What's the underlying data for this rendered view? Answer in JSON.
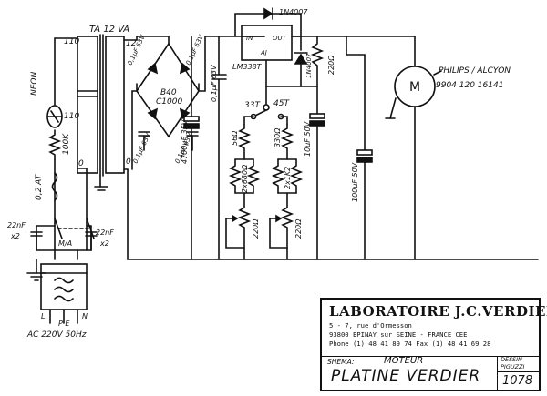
{
  "transformer": {
    "label": "TA 12 VA",
    "primary_high": "110",
    "primary_low": "110",
    "primary_zero": "0",
    "secondary": "12",
    "secondary_zero": "0"
  },
  "left_components": {
    "neon": "NEON",
    "resistor": "100K",
    "fuse": "0,2 AT",
    "cap_left": "22nF",
    "cap_left_count": "x2",
    "cap_right": "22nF",
    "cap_right_count": "x2",
    "switch": "M/A"
  },
  "mains": {
    "pins": "P E",
    "pin_l": "L",
    "pin_n": "N",
    "voltage": "AC 220V 50Hz"
  },
  "bridge": {
    "name": "B40",
    "rating": "C1000",
    "caps_top": [
      "0,1µF 63V",
      "0,1µF 63V"
    ],
    "caps_bottom": [
      "0,1µF 63V",
      "0,1µF 63V"
    ]
  },
  "power": {
    "cap_main": "4700µF 35V",
    "cap_small": "0,1µF 63V"
  },
  "regulator": {
    "name": "LM338T",
    "pin_in": "IN",
    "pin_out": "OUT",
    "pin_adj": "AJ",
    "diode_top": "1N4007",
    "diode_side": "1N4007",
    "resistor": "220Ω"
  },
  "speed": {
    "label_33": "33T",
    "label_45": "45T",
    "r_56": "56Ω",
    "r_330": "330Ω",
    "r_pair_left": "2x680Ω",
    "r_pair_right": "2x1K2",
    "pot_left": "220Ω",
    "pot_right": "220Ω"
  },
  "output_caps": {
    "cap_10": "10µF 50V",
    "cap_100": "100µF 50V"
  },
  "motor": {
    "symbol": "M",
    "brand": "PHILIPS / ALCYON",
    "ref": "9904 120 16141"
  },
  "title_block": {
    "lab": "LABORATOIRE J.C.VERDIER",
    "address": "5 - 7, rue d'Ormesson",
    "city": "93800 EPINAY sur SEINE - FRANCE CEE",
    "phone": "Phone (1) 48 41 89 74  Fax (1) 48 41 69 28",
    "schema_label": "SHEMA:",
    "subject": "MOTEUR",
    "title": "PLATINE VERDIER",
    "drawn_label": "DESSIN",
    "drawn_by": "PIGUZZI",
    "number": "1078"
  }
}
